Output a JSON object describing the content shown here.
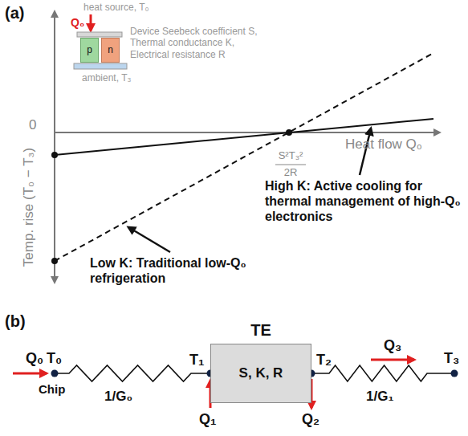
{
  "diagram": {
    "nodes": [
      {
        "text": [
          "p"
        ]
      },
      {
        "text": [
          "n"
        ]
      },
      {
        "text": [
          "TE",
          "S, K, R"
        ]
      }
    ],
    "labels": [
      "(a)",
      "heat source, T₀",
      "Q₀",
      "Device Seebeck coefficient S, Thermal conductance K, Electrical resistance R",
      "ambient, T₃",
      "Temp. rise (T₀ − T₃)",
      "0",
      "Heat flow Q₀",
      "S²T₃²",
      "2R",
      "High K: Active cooling for thermal management of high-Q₀ electronics",
      "Low K: Traditional low-Q₀ refrigeration",
      "(b)",
      "Q₀",
      "T₀",
      "Chip",
      "1/G₀",
      "T₁",
      "T₂",
      "Q₃",
      "T₃",
      "1/G₁",
      "Q₁",
      "Q₂"
    ]
  }
}
